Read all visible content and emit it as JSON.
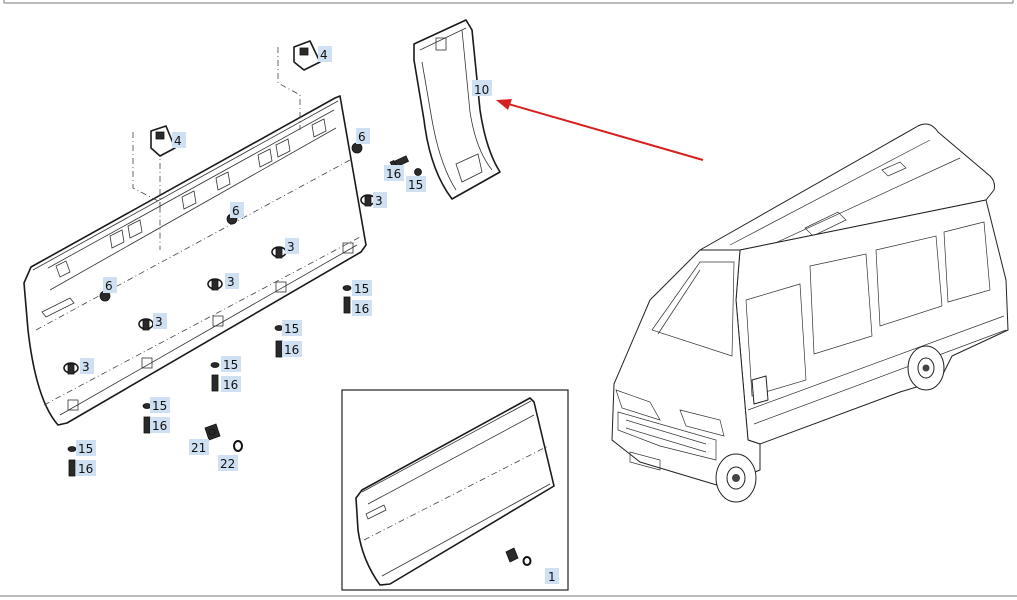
{
  "diagram": {
    "callouts": {
      "c4a": "4",
      "c4b": "4",
      "c10": "10",
      "c6a": "6",
      "c6b": "6",
      "c6c": "6",
      "c16a": "16",
      "c15a": "15",
      "c3a": "3",
      "c3b": "3",
      "c3c": "3",
      "c3d": "3",
      "c3e": "3",
      "c15b": "15",
      "c16b": "16",
      "c15c": "15",
      "c16c": "16",
      "c15d": "15",
      "c16d": "16",
      "c15e": "15",
      "c16e": "16",
      "c15f": "15",
      "c16f": "16",
      "c21": "21",
      "c22": "22",
      "c1": "1"
    },
    "arrow_color": "#d62020",
    "callout_highlight_color": "#cfe0f2"
  }
}
